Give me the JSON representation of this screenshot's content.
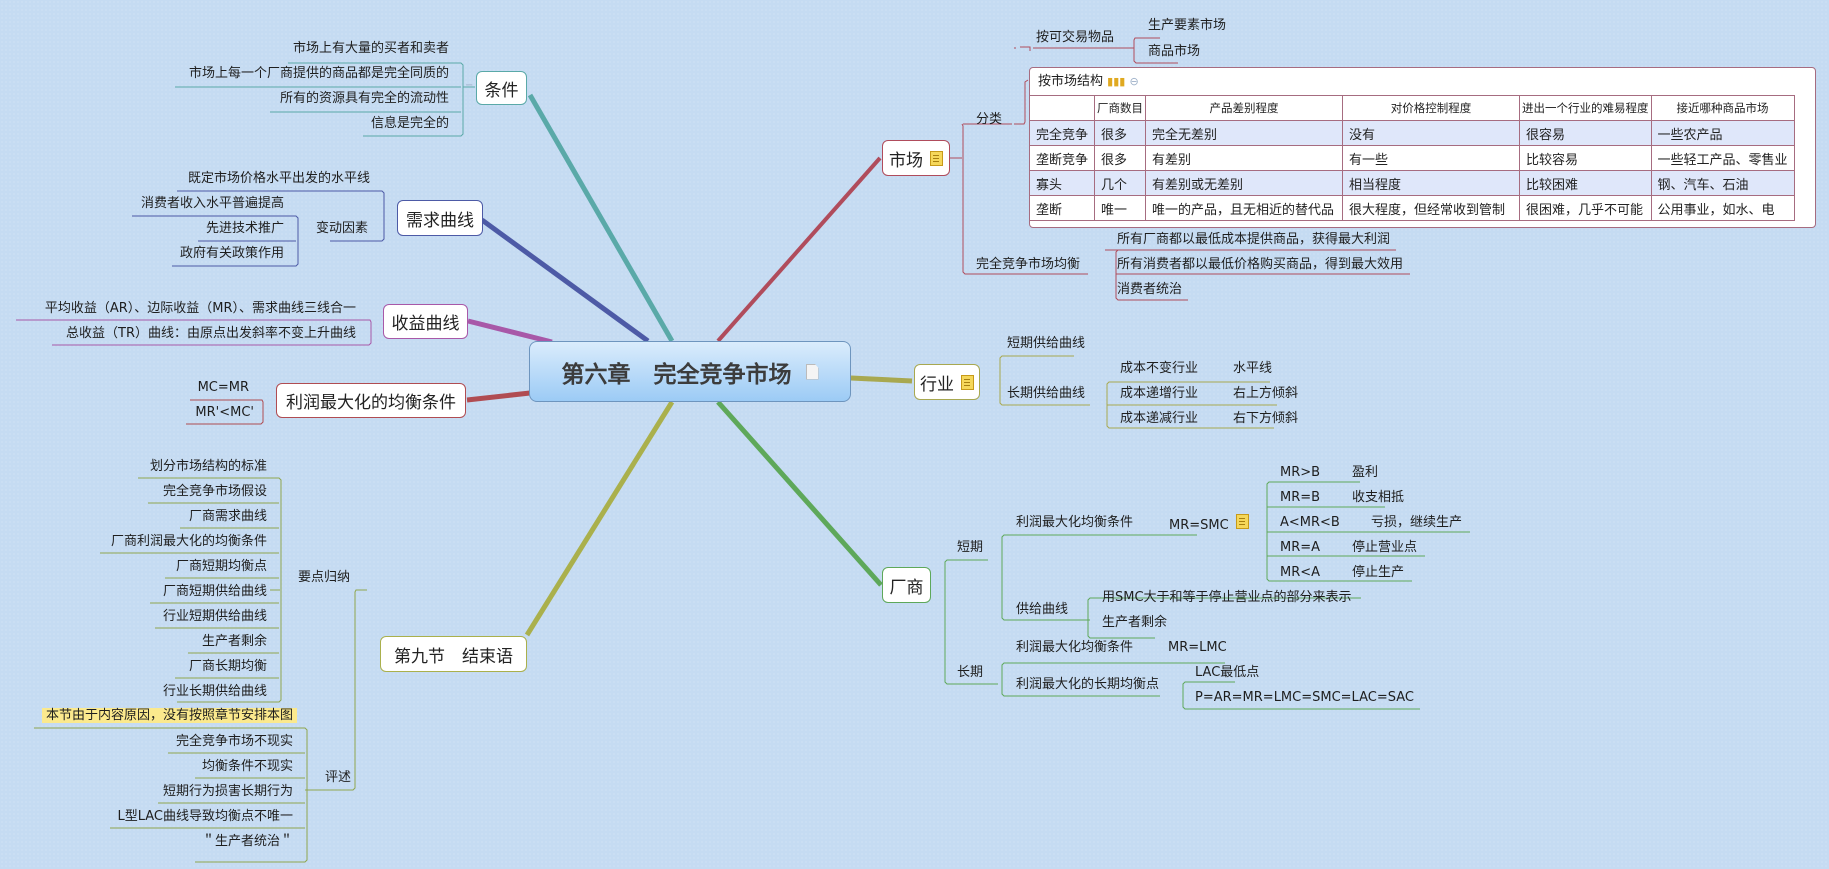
{
  "root": {
    "title": "第六章　完全竞争市场",
    "icon": "document-icon"
  },
  "left": {
    "conditions": {
      "label": "条件",
      "items": [
        "市场上有大量的买者和卖者",
        "市场上每一个厂商提供的商品都是完全同质的",
        "所有的资源具有完全的流动性",
        "信息是完全的"
      ]
    },
    "demand_curve": {
      "label": "需求曲线",
      "items": [
        "既定市场价格水平出发的水平线"
      ],
      "factors_label": "变动因素",
      "factors": [
        "消费者收入水平普遍提高",
        "先进技术推广",
        "政府有关政策作用"
      ]
    },
    "revenue_curve": {
      "label": "收益曲线",
      "items": [
        "平均收益（AR）、边际收益（MR）、需求曲线三线合一",
        "总收益（TR）曲线：由原点出发斜率不变上升曲线"
      ]
    },
    "profit_max": {
      "label": "利润最大化的均衡条件",
      "items": [
        "MC=MR",
        "MR'<MC'"
      ]
    },
    "section9": {
      "label": "第九节　结束语",
      "summary_label": "要点归纳",
      "summary": [
        "划分市场结构的标准",
        "完全竞争市场假设",
        "厂商需求曲线",
        "厂商利润最大化的均衡条件",
        "厂商短期均衡点",
        "厂商短期供给曲线",
        "行业短期供给曲线",
        "生产者剩余",
        "厂商长期均衡",
        "行业长期供给曲线"
      ],
      "note": "本节由于内容原因，没有按照章节安排本图",
      "review_label": "评述",
      "review": [
        "完全竞争市场不现实",
        "均衡条件不现实",
        "短期行为损害长期行为",
        "L型LAC曲线导致均衡点不唯一",
        "＂生产者统治＂"
      ]
    }
  },
  "right": {
    "market": {
      "label": "市场",
      "classify_label": "分类",
      "by_goods_label": "按可交易物品",
      "by_goods": [
        "生产要素市场",
        "商品市场"
      ],
      "by_structure_label": "按市场结构",
      "table": {
        "headers": [
          "",
          "厂商数目",
          "产品差别程度",
          "对价格控制程度",
          "进出一个行业的难易程度",
          "接近哪种商品市场"
        ],
        "rows": [
          [
            "完全竞争",
            "很多",
            "完全无差别",
            "没有",
            "很容易",
            "一些农产品"
          ],
          [
            "垄断竞争",
            "很多",
            "有差别",
            "有一些",
            "比较容易",
            "一些轻工产品、零售业"
          ],
          [
            "寡头",
            "几个",
            "有差别或无差别",
            "相当程度",
            "比较困难",
            "钢、汽车、石油"
          ],
          [
            "垄断",
            "唯一",
            "唯一的产品，且无相近的替代品",
            "很大程度，但经常收到管制",
            "很困难，几乎不可能",
            "公用事业，如水、电"
          ]
        ]
      },
      "equilibrium_label": "完全竞争市场均衡",
      "equilibrium": [
        "所有厂商都以最低成本提供商品，获得最大利润",
        "所有消费者都以最低价格购买商品，得到最大效用",
        "消费者统治"
      ]
    },
    "industry": {
      "label": "行业",
      "short_label": "短期供给曲线",
      "long_label": "长期供给曲线",
      "long": [
        {
          "type": "成本不变行业",
          "shape": "水平线"
        },
        {
          "type": "成本递增行业",
          "shape": "右上方倾斜"
        },
        {
          "type": "成本递减行业",
          "shape": "右下方倾斜"
        }
      ]
    },
    "firm": {
      "label": "厂商",
      "short_label": "短期",
      "short_cond_label": "利润最大化均衡条件",
      "short_cond_value": "MR=SMC",
      "cases": [
        {
          "cond": "MR>B",
          "result": "盈利"
        },
        {
          "cond": "MR=B",
          "result": "收支相抵"
        },
        {
          "cond": "A<MR<B",
          "result": "亏损，继续生产"
        },
        {
          "cond": "MR=A",
          "result": "停止营业点"
        },
        {
          "cond": "MR<A",
          "result": "停止生产"
        }
      ],
      "supply_label": "供给曲线",
      "supply": [
        "用SMC大于和等于停止营业点的部分来表示",
        "生产者剩余"
      ],
      "long_label": "长期",
      "long_cond_label": "利润最大化均衡条件",
      "long_cond_value": "MR=LMC",
      "long_point_label": "利润最大化的长期均衡点",
      "long_point": [
        "LAC最低点",
        "P=AR=MR=LMC=SMC=LAC=SAC"
      ]
    }
  },
  "colors": {
    "background": "#c5dbf2",
    "conditions": "#5aa9a8",
    "demand": "#4d5aa6",
    "revenue": "#a858a8",
    "profit": "#b04c52",
    "section9": "#aab04c",
    "market": "#b04c5c",
    "industry": "#a8a850",
    "firm": "#5ea85a"
  }
}
